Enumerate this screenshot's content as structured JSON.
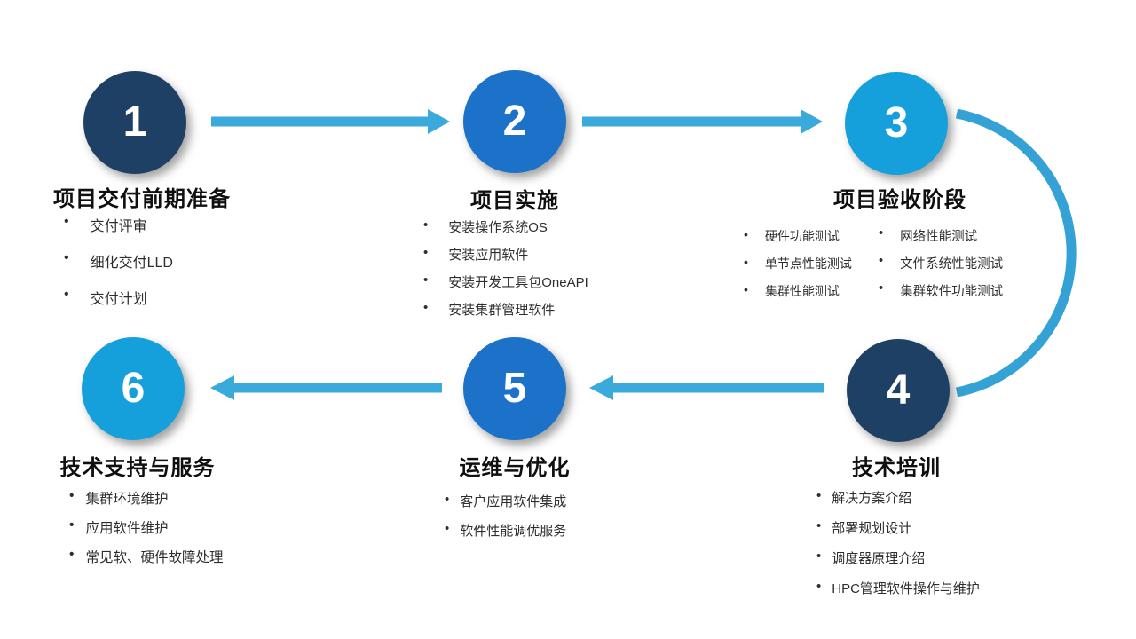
{
  "ui": {
    "bullet": "•"
  },
  "colors": {
    "circle_navy": "#1F4065",
    "circle_blue": "#1C71C9",
    "circle_cyan": "#16A0DB",
    "arrow_blue": "#3AA9DC",
    "title_text": "#0f0f0f",
    "item_text": "#2e2e2e",
    "number_text": "#ffffff",
    "background": "#ffffff"
  },
  "steps": [
    {
      "number": "1",
      "title": "项目交付前期准备",
      "items": [
        "交付评审",
        "细化交付LLD",
        "交付计划"
      ]
    },
    {
      "number": "2",
      "title": "项目实施",
      "items": [
        "安装操作系统OS",
        "安装应用软件",
        "安装开发工具包OneAPI",
        "安装集群管理软件"
      ]
    },
    {
      "number": "3",
      "title": "项目验收阶段",
      "items_left": [
        "硬件功能测试",
        "单节点性能测试",
        "集群性能测试"
      ],
      "items_right": [
        "网络性能测试",
        "文件系统性能测试",
        "集群软件功能测试"
      ]
    },
    {
      "number": "4",
      "title": "技术培训",
      "items": [
        "解决方案介绍",
        "部署规划设计",
        "调度器原理介绍",
        "HPC管理软件操作与维护"
      ]
    },
    {
      "number": "5",
      "title": "运维与优化",
      "items": [
        "客户应用软件集成",
        "软件性能调优服务"
      ]
    },
    {
      "number": "6",
      "title": "技术支持与服务",
      "items": [
        "集群环境维护",
        "应用软件维护",
        "常见软、硬件故障处理"
      ]
    }
  ]
}
